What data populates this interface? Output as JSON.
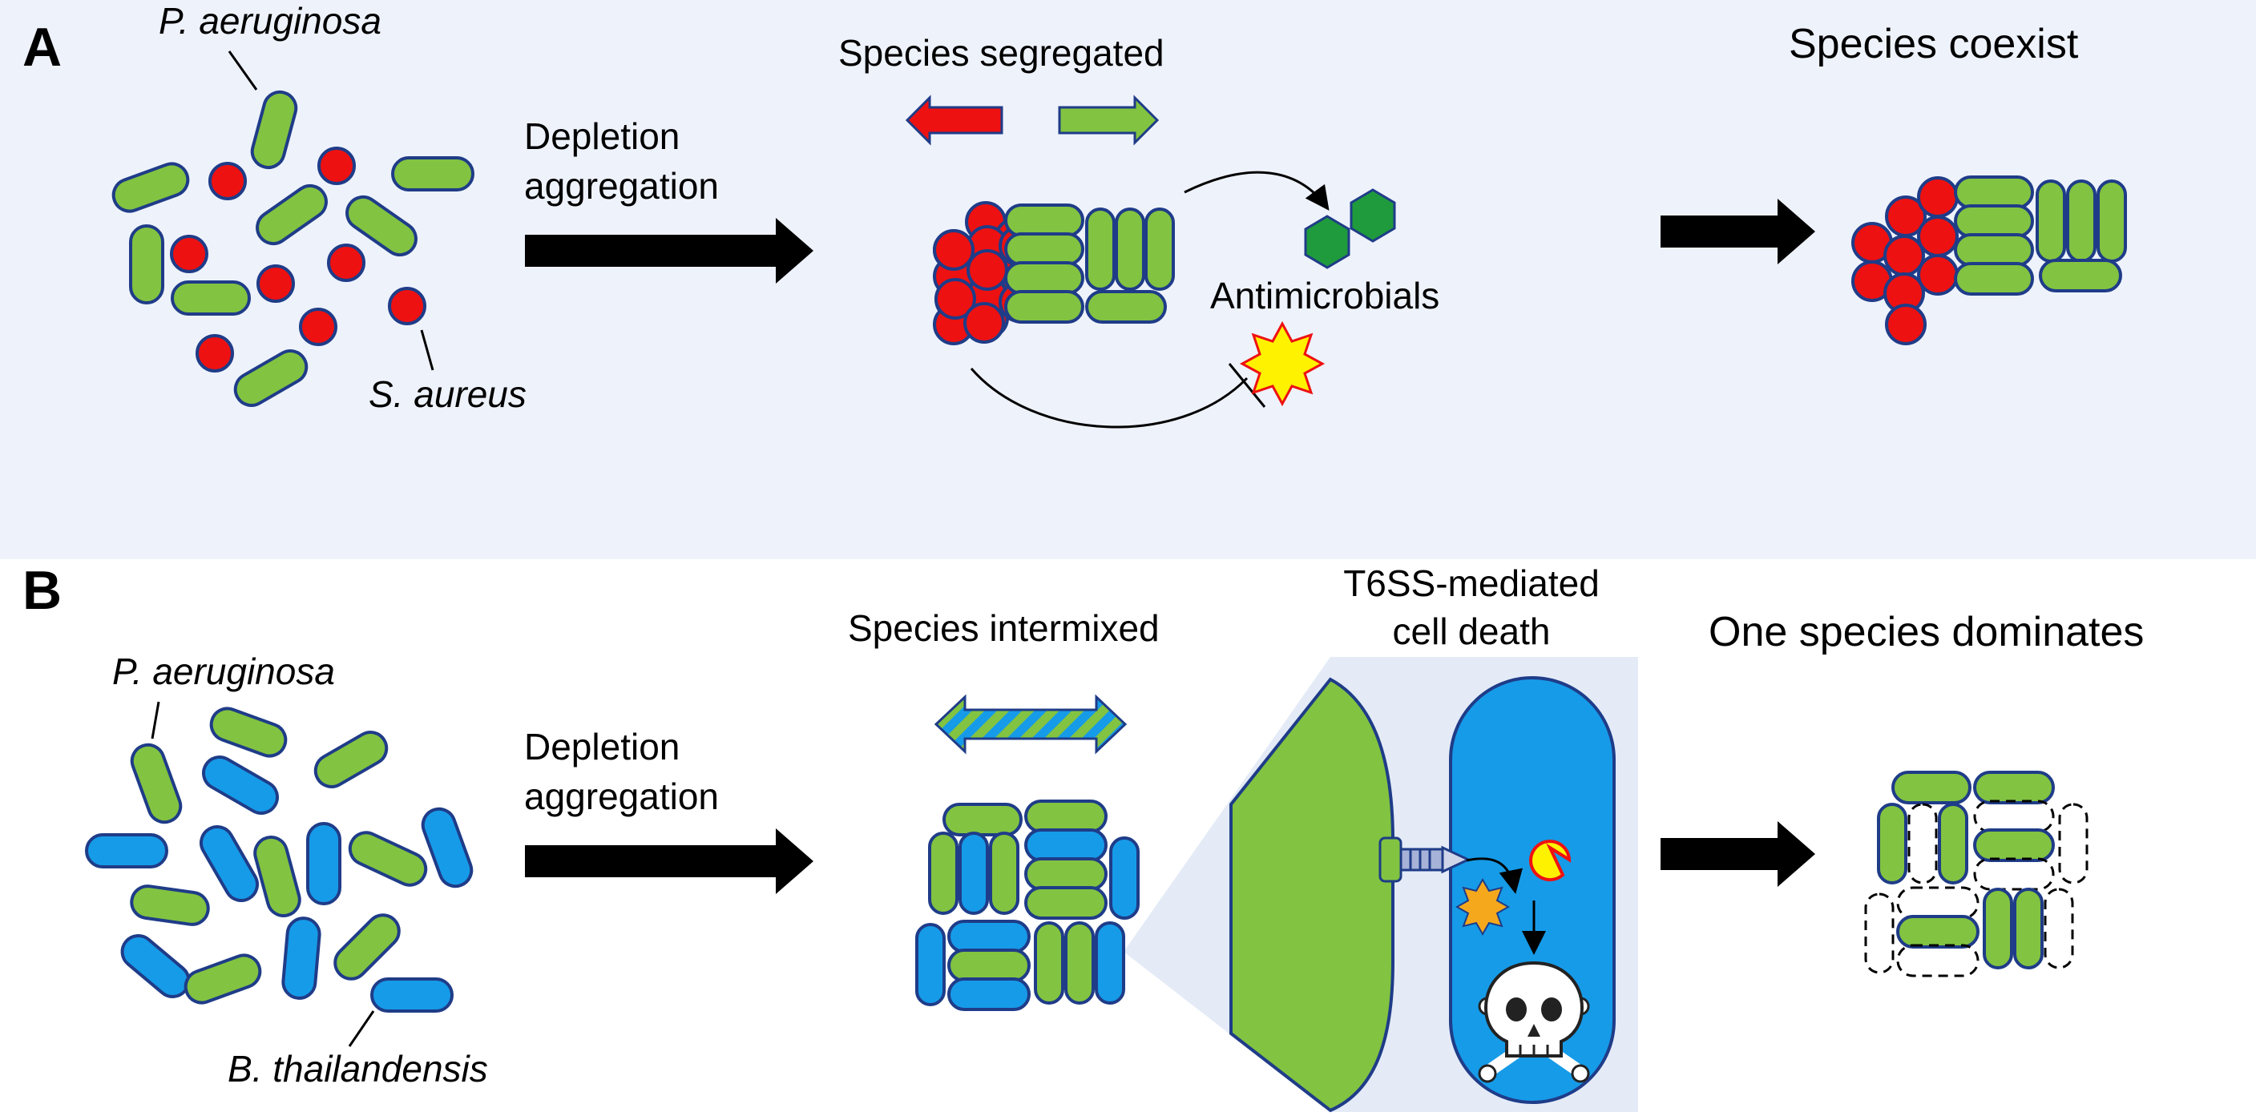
{
  "panel_a": {
    "letter": "A",
    "label_pa": "P. aeruginosa",
    "label_sa": "S. aureus",
    "process": [
      "Depletion",
      "aggregation"
    ],
    "segregated": "Species segregated",
    "antimicrobials": "Antimicrobials",
    "outcome": "Species coexist"
  },
  "panel_b": {
    "letter": "B",
    "label_pa": "P. aeruginosa",
    "label_bt": "B. thailandensis",
    "process": [
      "Depletion",
      "aggregation"
    ],
    "intermixed": "Species intermixed",
    "t6ss": [
      "T6SS-mediated",
      "cell death"
    ],
    "outcome": "One species dominates"
  },
  "colors": {
    "panel_a_background": "#eef2fb",
    "p_aeruginosa": "#82c341",
    "s_aureus": "#ee1111",
    "b_thailandensis": "#169be8",
    "outline": "#1f3c88",
    "antimicrobial": "#1f9a3c",
    "toxin_star": "#fff200"
  },
  "icons": [
    "skull-crossbones-icon",
    "explosion-star-icon",
    "pacman-icon",
    "hexagon-molecule-icon",
    "t6ss-syringe-icon"
  ]
}
